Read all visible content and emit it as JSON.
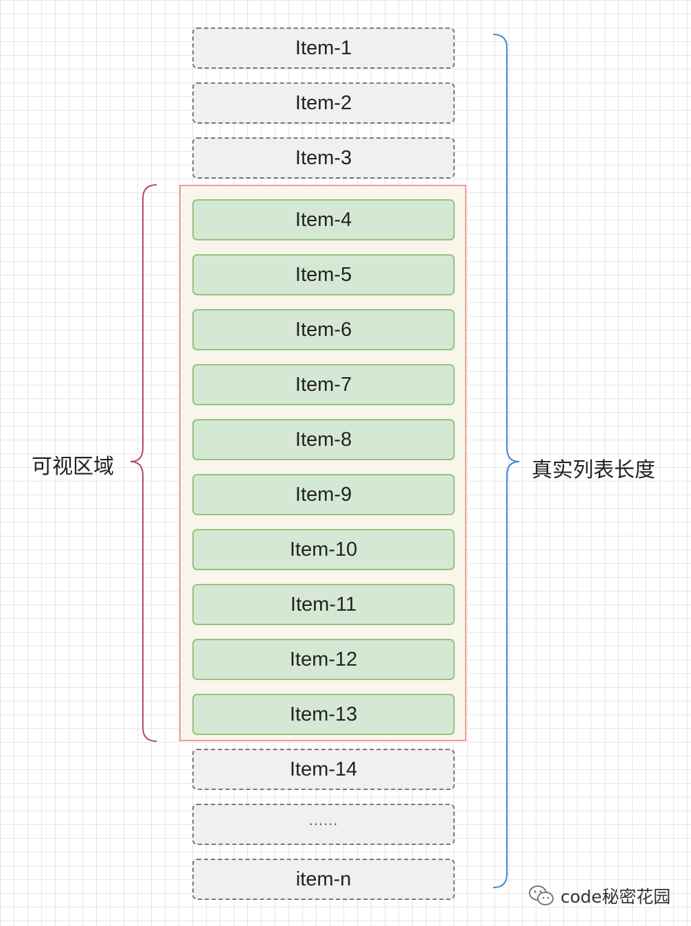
{
  "items": [
    {
      "label": "Item-1",
      "visible": false
    },
    {
      "label": "Item-2",
      "visible": false
    },
    {
      "label": "Item-3",
      "visible": false
    },
    {
      "label": "Item-4",
      "visible": true
    },
    {
      "label": "Item-5",
      "visible": true
    },
    {
      "label": "Item-6",
      "visible": true
    },
    {
      "label": "Item-7",
      "visible": true
    },
    {
      "label": "Item-8",
      "visible": true
    },
    {
      "label": "Item-9",
      "visible": true
    },
    {
      "label": "Item-10",
      "visible": true
    },
    {
      "label": "Item-11",
      "visible": true
    },
    {
      "label": "Item-12",
      "visible": true
    },
    {
      "label": "Item-13",
      "visible": true
    },
    {
      "label": "Item-14",
      "visible": false
    },
    {
      "label": "......",
      "visible": false
    },
    {
      "label": "item-n",
      "visible": false
    }
  ],
  "labels": {
    "visible_area": "可视区域",
    "real_list_length": "真实列表长度"
  },
  "watermark": {
    "text": "code秘密花园",
    "icon": "wechat-icon"
  },
  "colors": {
    "visible_item_fill": "#d5e8d4",
    "visible_item_border": "#95c27e",
    "hidden_item_fill": "#f0f0f0",
    "viewport_border": "#ef9a9a",
    "viewport_fill": "#f8f6ea",
    "visible_brace": "#b5466a",
    "total_brace": "#3a86d4"
  }
}
